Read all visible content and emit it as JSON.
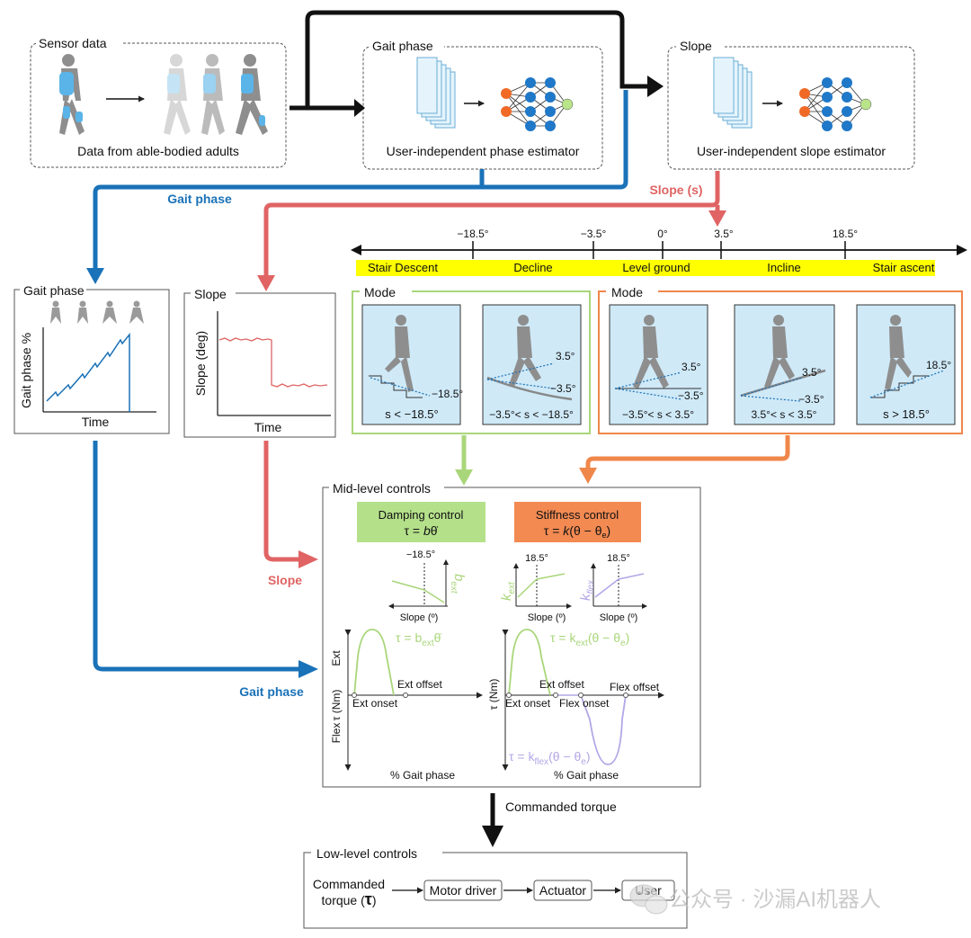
{
  "colors": {
    "blue": "#1a72b8",
    "red": "#e06464",
    "green": "#a9d67a",
    "green_box": "#b4e08a",
    "orange": "#f0874a",
    "orange_box": "#f28a52",
    "yellow": "#ffff00",
    "purple": "#b3a6e6",
    "panel_fill": "#cfe9f7",
    "nn_orange": "#f06a26",
    "nn_blue": "#1f78c8",
    "nn_green": "#b9e48a"
  },
  "top": {
    "sensor": {
      "title": "Sensor data",
      "caption": "Data from able-bodied adults"
    },
    "phase": {
      "title": "Gait phase",
      "caption": "User-independent phase estimator"
    },
    "slope": {
      "title": "Slope",
      "caption": "User-independent slope estimator"
    }
  },
  "connectors": {
    "gait_phase_label": "Gait phase",
    "slope_s_label": "Slope (s)",
    "slope_label": "Slope",
    "gait_phase_label_2": "Gait phase",
    "commanded_torque": "Commanded torque"
  },
  "gait_plot": {
    "title": "Gait phase",
    "ylabel": "Gait phase %",
    "xlabel": "Time"
  },
  "slope_plot": {
    "title": "Slope",
    "ylabel": "Slope (deg)",
    "xlabel": "Time"
  },
  "scale": {
    "ticks": [
      "−18.5°",
      "−3.5°",
      "0°",
      "3.5°",
      "18.5°"
    ],
    "regions": [
      "Stair Descent",
      "Decline",
      "Level ground",
      "Incline",
      "Stair ascent"
    ]
  },
  "modes": {
    "green_title": "Mode",
    "orange_title": "Mode",
    "panels": [
      {
        "labels": [
          "−18.5°"
        ],
        "caption": "s < −18.5°"
      },
      {
        "labels": [
          "3.5°",
          "−3.5°"
        ],
        "caption": "−3.5°< s < −18.5°"
      },
      {
        "labels": [
          "3.5°",
          "−3.5°"
        ],
        "caption": "−3.5°< s < 3.5°"
      },
      {
        "labels": [
          "3.5°",
          "−3.5°"
        ],
        "caption": "3.5°< s < 3.5°"
      },
      {
        "labels": [
          "18.5°"
        ],
        "caption": "s > 18.5°"
      }
    ]
  },
  "mid": {
    "title": "Mid-level controls",
    "damping": {
      "name": "Damping control",
      "eq_lhs": "τ = ",
      "eq_var": "b",
      "eq_rest": "θ̇"
    },
    "stiffness": {
      "name": "Stiffness control",
      "eq_lhs": "τ = ",
      "eq_var": "k",
      "eq_rest": "(θ − θ",
      "eq_sub": "e",
      "eq_close": ")"
    },
    "mini": {
      "damping": {
        "tick": "−18.5°",
        "ylabel": "b",
        "ysub": "ext",
        "xlabel": "Slope (º)"
      },
      "kext": {
        "tick": "18.5°",
        "ylabel": "k",
        "ysub": "ext",
        "xlabel": "Slope (º)"
      },
      "kflex": {
        "tick": "18.5°",
        "ylabel": "k",
        "ysub": "flex",
        "xlabel": "Slope (º)"
      }
    },
    "torque_left": {
      "yaxis": "τ (Nm)",
      "ext": "Ext",
      "flex": "Flex",
      "eq": "τ = b",
      "eq_sub": "ext",
      "eq_tail": "θ̇",
      "onset": "Ext onset",
      "offset": "Ext offset",
      "xlabel": "% Gait phase"
    },
    "torque_right": {
      "yaxis": "τ (Nm)",
      "eq1": "τ = k",
      "eq1_sub": "ext",
      "eq1_tail": "(θ − θ",
      "eq1_e": "e",
      "eq1_close": ")",
      "eq2": "τ = k",
      "eq2_sub": "flex",
      "eq2_tail": "(θ − θ",
      "eq2_e": "e",
      "eq2_close": ")",
      "ext_onset": "Ext onset",
      "ext_offset": "Ext offset",
      "flex_onset": "Flex onset",
      "flex_offset": "Flex offset",
      "xlabel": "% Gait phase"
    }
  },
  "low": {
    "title": "Low-level controls",
    "input_line1": "Commanded",
    "input_line2": "torque (",
    "input_symbol": "τ",
    "input_close": ")",
    "stages": [
      "Motor driver",
      "Actuator",
      "User"
    ]
  },
  "watermark": "公众号 · 沙漏AI机器人"
}
